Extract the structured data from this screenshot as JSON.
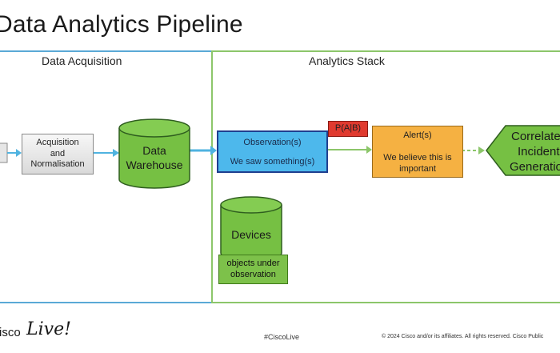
{
  "title": "Data Analytics Pipeline",
  "sections": {
    "acquisition": "Data Acquisition",
    "analytics": "Analytics Stack"
  },
  "nodes": {
    "acquisition": {
      "line1": "Acquisition",
      "line2": "and",
      "line3": "Normalisation"
    },
    "warehouse": {
      "line1": "Data",
      "line2": "Warehouse"
    },
    "observation": {
      "line1": "Observation(s)",
      "line2": "We saw something(s)"
    },
    "probability": "P(A|B)",
    "alert": {
      "line1": "Alert(s)",
      "line2": "We believe this is",
      "line3": "important"
    },
    "correlate": {
      "line1": "Correlate",
      "line2": "Incident",
      "line3": "Generation"
    },
    "devices": "Devices",
    "objects": {
      "line1": "objects under",
      "line2": "observation"
    }
  },
  "footer": {
    "logo_text": "isco",
    "logo_script": "Live!",
    "hashtag": "#CiscoLive",
    "copyright": "© 2024  Cisco and/or its affiliates. All rights reserved.   Cisco Public"
  },
  "colors": {
    "acquisition_border": "#5aa9d6",
    "analytics_border": "#8cc66a",
    "cylinder_green": "#76c043",
    "observation_blue": "#4db8ec",
    "alert_orange": "#f5b142",
    "probability_red": "#e03a2f",
    "arrow_blue": "#4fb3e0",
    "arrow_green": "#8cc66a"
  }
}
